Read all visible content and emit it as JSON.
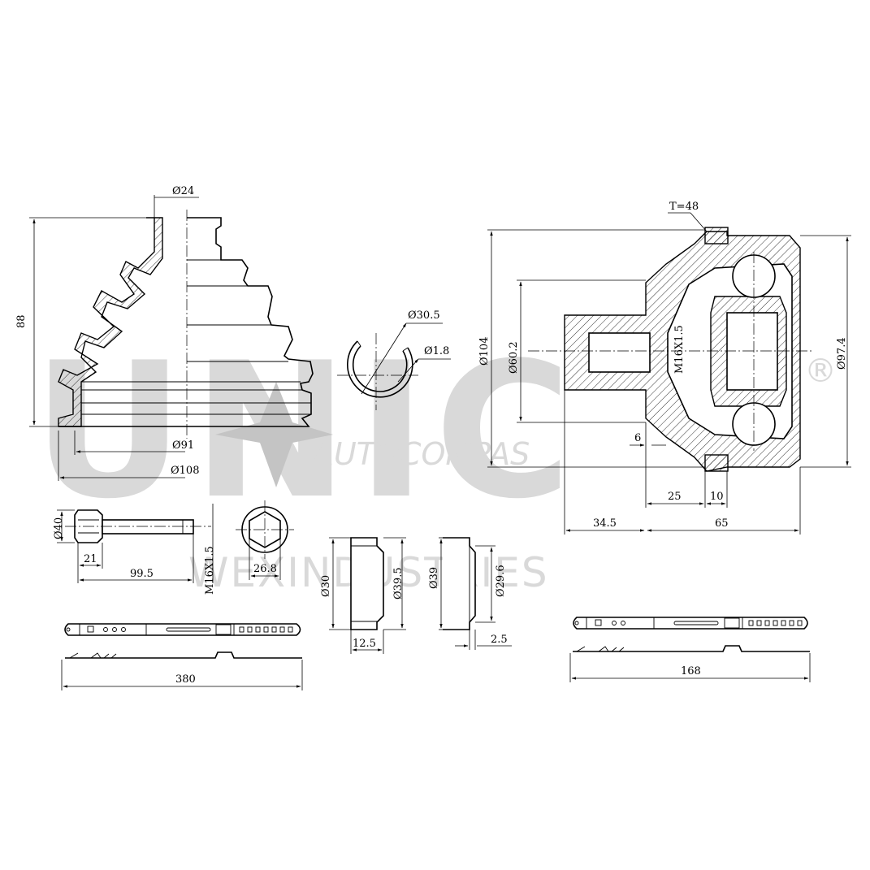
{
  "watermark": {
    "brand": "UNIC",
    "registered": "®",
    "line1": "AUTOCOMPAS",
    "line2": "WEXINDUSTRIES"
  },
  "dimensions": {
    "boot_small_dia": "Ø24",
    "boot_height": "88",
    "boot_inner_dia": "Ø91",
    "boot_outer_dia": "Ø108",
    "circlip_dia": "Ø30.5",
    "circlip_wire": "Ø1.8",
    "joint_teeth": "T=48",
    "joint_outer_dia": "Ø104",
    "joint_shaft_dia": "Ø60.2",
    "joint_thread": "M16X1.5",
    "joint_seat_dia": "Ø97.4",
    "joint_len_6": "6",
    "joint_len_25": "25",
    "joint_len_10": "10",
    "joint_len_34_5": "34.5",
    "joint_len_65": "65",
    "bolt_head_dia": "Ø40",
    "bolt_head_len": "21",
    "bolt_len": "99.5",
    "bolt_thread": "M16X1.5",
    "nut_size": "26.8",
    "bush_inner_dia": "Ø30",
    "bush_outer_dia": "Ø39.5",
    "bush_len": "12.5",
    "washer_outer_dia": "Ø39",
    "washer_inner_dia": "Ø29.6",
    "washer_thick": "2.5",
    "clamp_big_len": "380",
    "clamp_small_len": "168"
  }
}
